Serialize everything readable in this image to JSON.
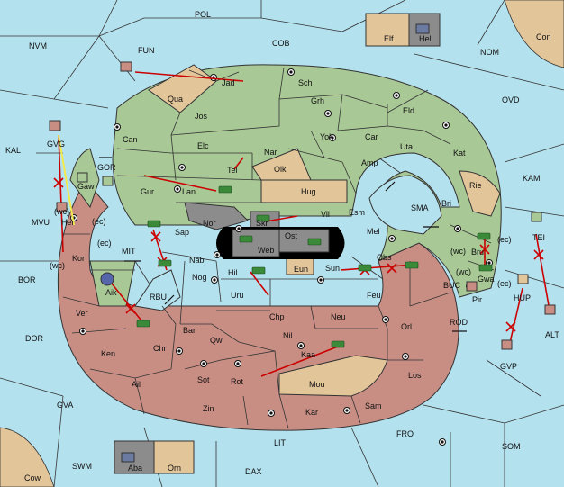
{
  "colors": {
    "sea": "#b4e1ee",
    "green": "#a8c896",
    "red": "#c88e84",
    "tan": "#e3c59a",
    "gray": "#8c8c8c",
    "impassable": "#000000",
    "move_arrow": "#cc0000",
    "support_line": "#f2e94e"
  },
  "provinces": {
    "POL": "POL",
    "FUN": "FUN",
    "COB": "COB",
    "NVM": "NVM",
    "NOM": "NOM",
    "Con": "Con",
    "Elf": "Elf",
    "Hel": "Hel",
    "OVD": "OVD",
    "KAL": "KAL",
    "KAM": "KAM",
    "BOR": "BOR",
    "DOR": "DOR",
    "GVA": "GVA",
    "SWM": "SWM",
    "Cow": "Cow",
    "LIT": "LIT",
    "DAX": "DAX",
    "FRO": "FRO",
    "SOM": "SOM",
    "Aba": "Aba",
    "Orn": "Orn",
    "GVG": "GVG",
    "GOR": "GOR",
    "Gaw": "Gaw",
    "MVU": "MVU",
    "Her": "Her",
    "wc_her": "(wc)",
    "ec_her": "(ec)",
    "Kor": "Kor",
    "ec_kor": "(ec)",
    "wc_kor": "(wc)",
    "MIT": "MIT",
    "Aik": "Aik",
    "RBU": "RBU",
    "Ver": "Ver",
    "Ken": "Ken",
    "Ail": "Ail",
    "Chr": "Chr",
    "Jad": "Jad",
    "Sch": "Sch",
    "Qua": "Qua",
    "Jos": "Jos",
    "Grh": "Grh",
    "Eld": "Eld",
    "Can": "Can",
    "Yok": "Yok",
    "Car": "Car",
    "Uta": "Uta",
    "Elc": "Elc",
    "Nar": "Nar",
    "Amp": "Amp",
    "Kat": "Kat",
    "Tel": "Tel",
    "Olk": "Olk",
    "Gur": "Gur",
    "Lan": "Lan",
    "Hug": "Hug",
    "Rie": "Rie",
    "Bri": "Bri",
    "SMA": "SMA",
    "Esm": "Esm",
    "Vil": "Vil",
    "Nor": "Nor",
    "Skr": "Skr",
    "Sap": "Sap",
    "Ost": "Ost",
    "Web": "Web",
    "Mel": "Mel",
    "Nab": "Nab",
    "Eun": "Eun",
    "Sun": "Sun",
    "Obs": "Obs",
    "Bru": "Bru",
    "ec_bru": "(ec)",
    "wc_bru": "(wc)",
    "Gwa": "Gwa",
    "wc_gwa": "(wc)",
    "Hil": "Hil",
    "Nog": "Nog",
    "Uru": "Uru",
    "Feu": "Feu",
    "BUC": "BUC",
    "Pir": "Pir",
    "Chp": "Chp",
    "Neu": "Neu",
    "Orl": "Orl",
    "Bar": "Bar",
    "Qwi": "Qwi",
    "Nil": "Nil",
    "ROD": "ROD",
    "Sot": "Sot",
    "Rot": "Rot",
    "Kaa": "Kaa",
    "Los": "Los",
    "Mou": "Mou",
    "Zin": "Zin",
    "Kar": "Kar",
    "Sam": "Sam",
    "TEI": "TEI",
    "HUP": "HUP",
    "ec_hup": "(ec)",
    "ALT": "ALT",
    "GVP": "GVP"
  }
}
